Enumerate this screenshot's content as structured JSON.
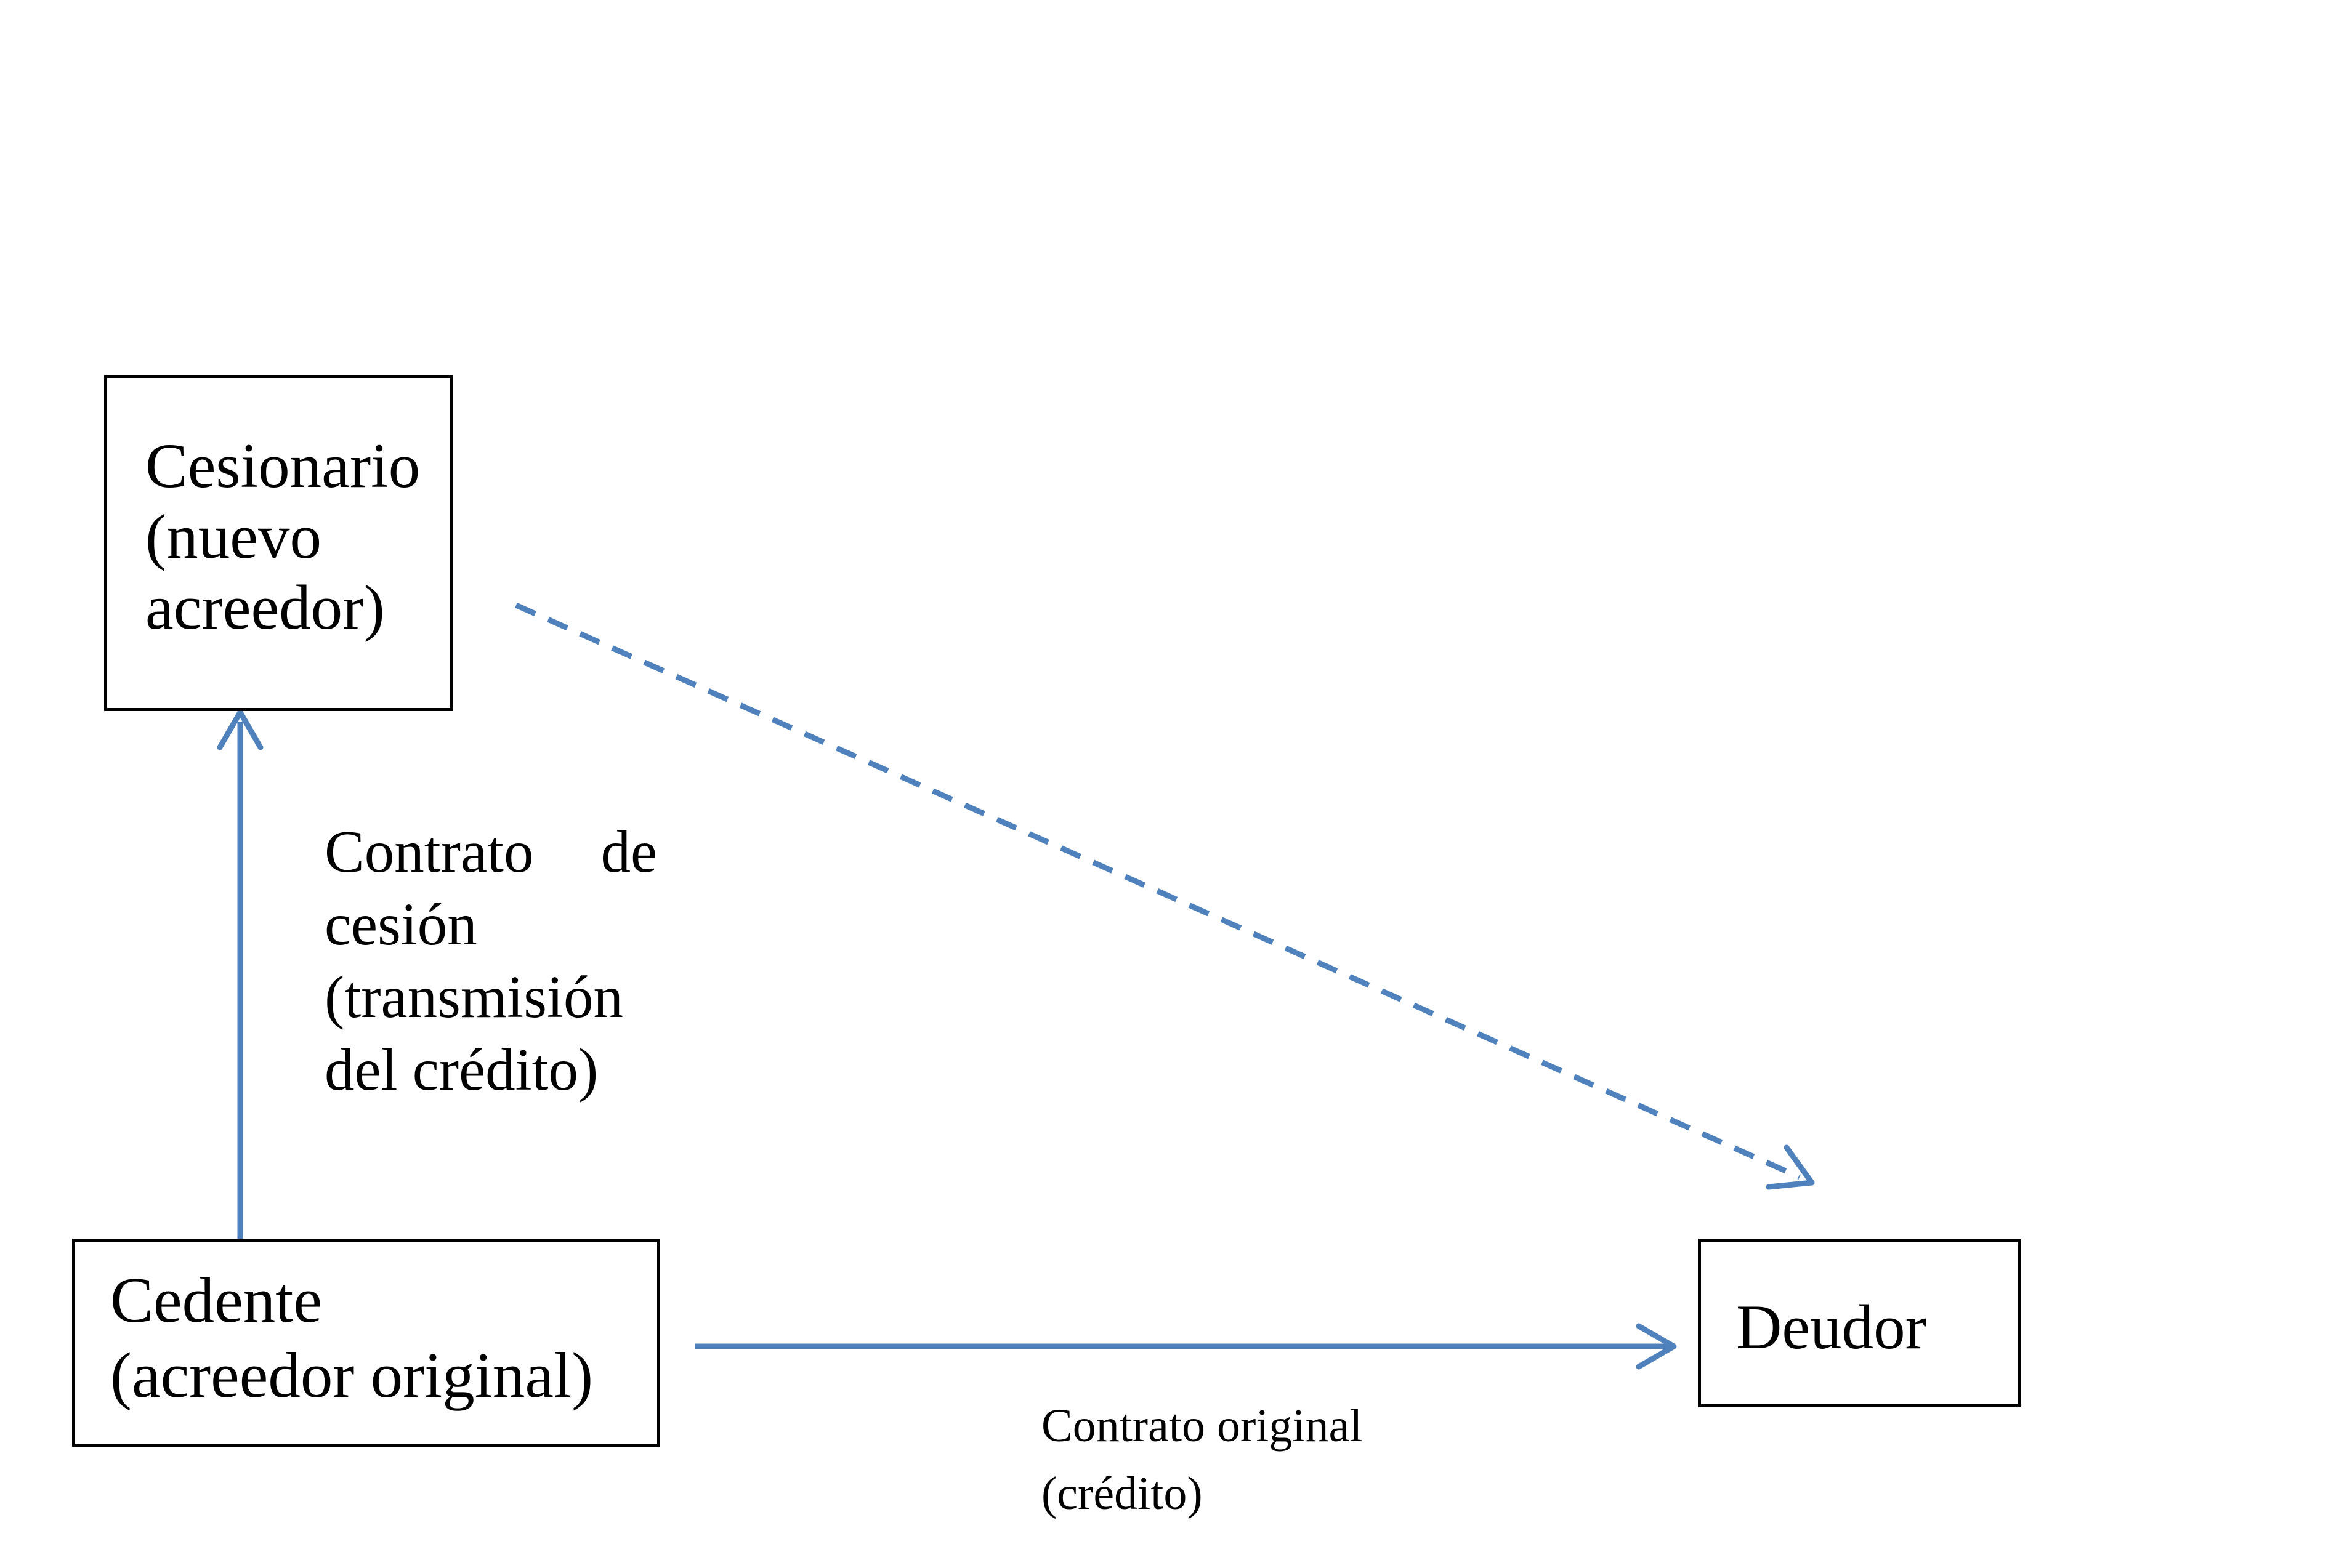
{
  "colors": {
    "accent_blue": "#4f81bd",
    "ink": "#000000",
    "background": "#ffffff"
  },
  "nodes": {
    "cesionario": {
      "label": "Cesionario (nuevo acreedor)",
      "lines": [
        "Cesionario",
        "(nuevo",
        "acreedor)"
      ]
    },
    "cedente": {
      "label": "Cedente (acreedor original)",
      "lines": [
        "Cedente",
        "(acreedor original)"
      ]
    },
    "deudor": {
      "label": "Deudor",
      "lines": [
        "Deudor"
      ]
    }
  },
  "edge_labels": {
    "cesion": {
      "line1_word1": "Contrato",
      "line1_word2": "de",
      "line2": "cesión",
      "line3": "(transmisión",
      "line4": "del crédito)"
    },
    "original": {
      "line1": "Contrato original",
      "line2": "(crédito)"
    }
  },
  "edges": [
    {
      "from": "cedente",
      "to": "cesionario",
      "style": "solid-arrow-up",
      "label": "Contrato de cesión (transmisión del crédito)"
    },
    {
      "from": "cedente",
      "to": "deudor",
      "style": "solid-arrow-right",
      "label": "Contrato original (crédito)"
    },
    {
      "from": "cesionario",
      "to": "deudor",
      "style": "dashed-arrow-diagonal",
      "label": ""
    }
  ]
}
